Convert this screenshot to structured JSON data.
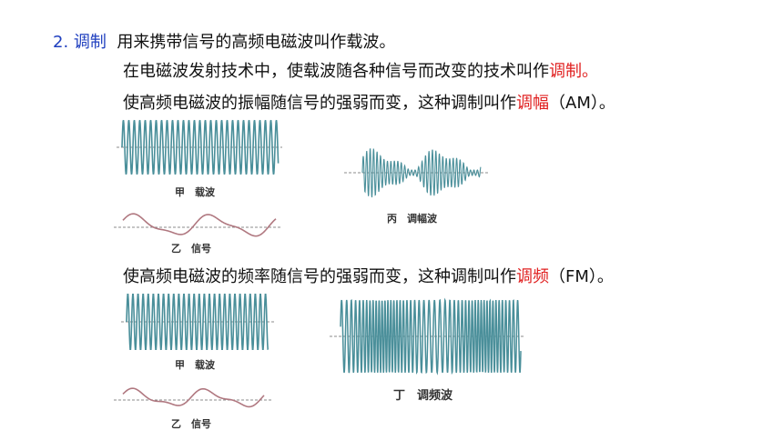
{
  "heading": {
    "number": "2. 调制",
    "intro": "用来携带信号的高频电磁波叫作载波。"
  },
  "definition": {
    "text": "在电磁波发射技术中，使载波随各种信号而改变的技术叫作",
    "term": "调制。"
  },
  "am": {
    "text_before": "使高频电磁波的振幅随信号的强弱而变，这种调制叫作",
    "term": "调幅",
    "text_after": "（AM）。",
    "captions": {
      "carrier": "甲　载波",
      "signal": "乙　信号",
      "modulated": "丙　调幅波"
    }
  },
  "fm": {
    "text_before": "使高频电磁波的频率随信号的强弱而变，这种调制叫作",
    "term": "调频",
    "text_after": "（FM）。",
    "captions": {
      "carrier": "甲　载波",
      "signal": "乙　信号",
      "modulated": "丁　调频波"
    }
  },
  "colors": {
    "wave": "#4a8f9a",
    "signal": "#b07880",
    "term": "#e02020",
    "number": "#1f3fbf"
  }
}
